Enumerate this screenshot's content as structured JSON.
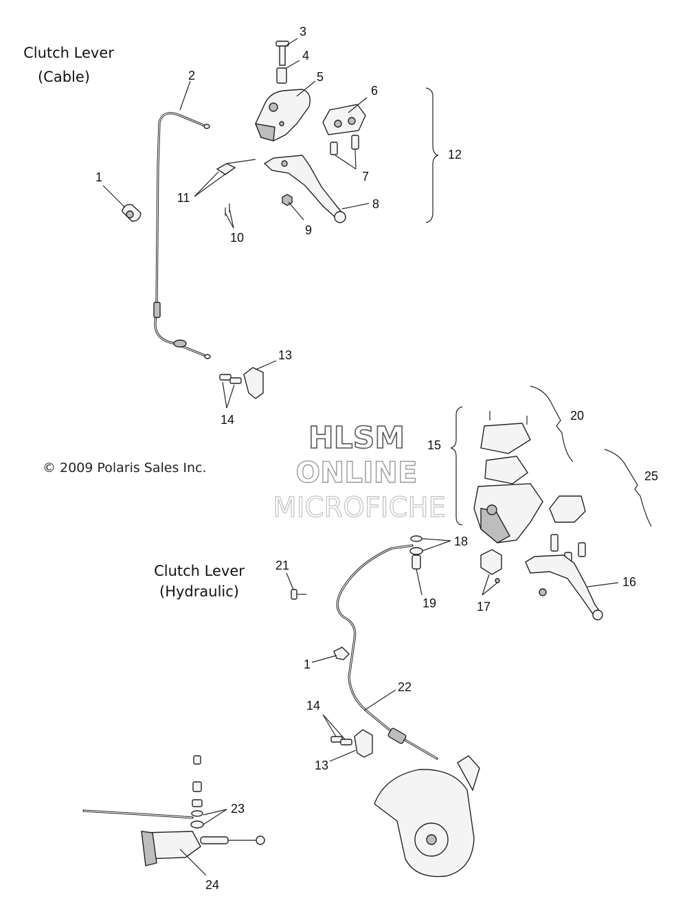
{
  "titles": {
    "cable_line1": "Clutch Lever",
    "cable_line2": "(Cable)",
    "hydraulic_line1": "Clutch Lever",
    "hydraulic_line2": "(Hydraulic)"
  },
  "copyright": "© 2009 Polaris Sales Inc.",
  "watermark": {
    "line1": "HLSM",
    "line2": "ONLINE",
    "line3": "MICROFICHE"
  },
  "callouts": [
    {
      "id": "c3",
      "label": "3"
    },
    {
      "id": "c4",
      "label": "4"
    },
    {
      "id": "c5",
      "label": "5"
    },
    {
      "id": "c2",
      "label": "2"
    },
    {
      "id": "c6",
      "label": "6"
    },
    {
      "id": "c12",
      "label": "12"
    },
    {
      "id": "c7",
      "label": "7"
    },
    {
      "id": "c1a",
      "label": "1"
    },
    {
      "id": "c11",
      "label": "11"
    },
    {
      "id": "c8",
      "label": "8"
    },
    {
      "id": "c10",
      "label": "10"
    },
    {
      "id": "c9",
      "label": "9"
    },
    {
      "id": "c13a",
      "label": "13"
    },
    {
      "id": "c14a",
      "label": "14"
    },
    {
      "id": "c20",
      "label": "20"
    },
    {
      "id": "c15",
      "label": "15"
    },
    {
      "id": "c25",
      "label": "25"
    },
    {
      "id": "c18",
      "label": "18"
    },
    {
      "id": "c21",
      "label": "21"
    },
    {
      "id": "c16",
      "label": "16"
    },
    {
      "id": "c19",
      "label": "19"
    },
    {
      "id": "c17",
      "label": "17"
    },
    {
      "id": "c1b",
      "label": "1"
    },
    {
      "id": "c22",
      "label": "22"
    },
    {
      "id": "c14b",
      "label": "14"
    },
    {
      "id": "c13b",
      "label": "13"
    },
    {
      "id": "c23",
      "label": "23"
    },
    {
      "id": "c24",
      "label": "24"
    }
  ]
}
